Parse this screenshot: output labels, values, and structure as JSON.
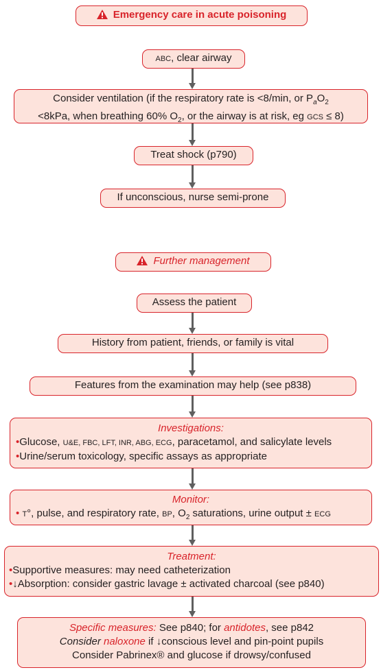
{
  "header1": {
    "title": "Emergency care in acute poisoning",
    "icon": "warning-icon"
  },
  "step_abc": {
    "abc": "ABC",
    "text": ", clear airway"
  },
  "step_vent": {
    "line1": "Consider ventilation (if the respiratory rate is <8/min, or P",
    "pa_sub": "a",
    "o2": "O",
    "o2_sub": "2",
    "line2a": "<8kPa, when breathing 60% O",
    "line2_sub": "2",
    "line2b": ", or the airway is at risk, eg ",
    "gcs": "GCS",
    "line2c": " ≤ 8)"
  },
  "step_shock": {
    "text": "Treat shock (p790)"
  },
  "step_uncon": {
    "text": "If unconscious, nurse semi-prone"
  },
  "header2": {
    "title": "Further management",
    "icon": "warning-icon"
  },
  "step_assess": {
    "text": "Assess the patient"
  },
  "step_history": {
    "text": "History from patient, friends, or family is vital"
  },
  "step_features": {
    "text": "Features from the examination may help (see p838)"
  },
  "investigations": {
    "title": "Investigations:",
    "b1_a": "Glucose, ",
    "b1_sc": "U&E, FBC, LFT, INR, ABG, ECG",
    "b1_b": ", paracetamol, and salicylate levels",
    "b2": "Urine/serum toxicology, specific assays as appropriate"
  },
  "monitor": {
    "title": "Monitor:",
    "t": "T",
    "deg": "°, pulse, and respiratory rate, ",
    "bp": "BP",
    "o2": ", O",
    "o2_sub": "2",
    "rest": " saturations, urine output ± ",
    "ecg": "ECG"
  },
  "treatment": {
    "title": "Treatment:",
    "b1": "Supportive measures: may need catheterization",
    "b2": "↓Absorption: consider gastric lavage ± activated charcoal (see p840)"
  },
  "specific": {
    "title": "Specific measures:",
    "l1a": " See p840; for ",
    "antidotes": "antidotes",
    "l1b": ", see p842",
    "l2a": "Consider ",
    "naloxone": "naloxone",
    "l2b": " if ↓conscious level and pin-point pupils",
    "l3": "Consider Pabrinex® and glucose if drowsy/confused"
  },
  "bullet": "•",
  "colors": {
    "accent": "#d8232a",
    "box_fill": "#fde3dc",
    "arrow": "#5f5f5f"
  }
}
